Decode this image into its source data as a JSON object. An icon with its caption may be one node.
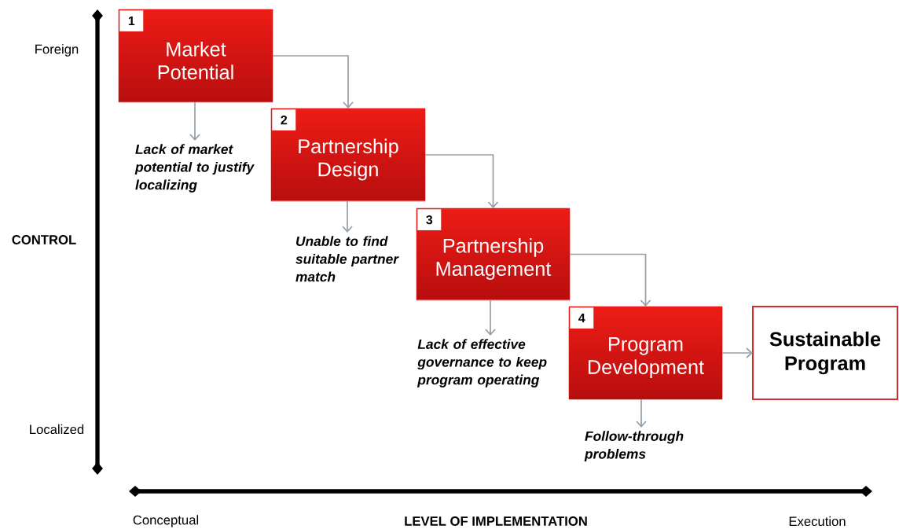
{
  "diagram": {
    "nodes": [
      {
        "text": [
          "1",
          "Market Potential"
        ]
      },
      {
        "text": [
          "2",
          "Partnership Design"
        ]
      },
      {
        "text": [
          "3",
          "Partnership Management"
        ]
      },
      {
        "text": [
          "4",
          "Program Development"
        ]
      },
      {
        "text": [
          "Sustainable Program"
        ]
      },
      {
        "text": [
          "Lack of market potential to justify localizing"
        ]
      },
      {
        "text": [
          "Unable to find suitable partner match"
        ]
      },
      {
        "text": [
          "Lack of effective governance to keep program operating"
        ]
      },
      {
        "text": [
          "Follow-through problems"
        ]
      }
    ],
    "edges": [
      {
        "from": 0,
        "to": 1,
        "arrow": "to"
      },
      {
        "from": 1,
        "to": 2,
        "arrow": "to"
      },
      {
        "from": 2,
        "to": 3,
        "arrow": "to"
      },
      {
        "from": 3,
        "to": 4,
        "arrow": "to"
      },
      {
        "from": 0,
        "to": 5,
        "arrow": "to"
      },
      {
        "from": 1,
        "to": 6,
        "arrow": "to"
      },
      {
        "from": 2,
        "to": 7,
        "arrow": "to"
      },
      {
        "from": 3,
        "to": 8,
        "arrow": "to"
      }
    ],
    "labels": [
      "Foreign",
      "CONTROL",
      "Localized",
      "Conceptual",
      "LEVEL OF IMPLEMENTATION",
      "Execution"
    ]
  }
}
